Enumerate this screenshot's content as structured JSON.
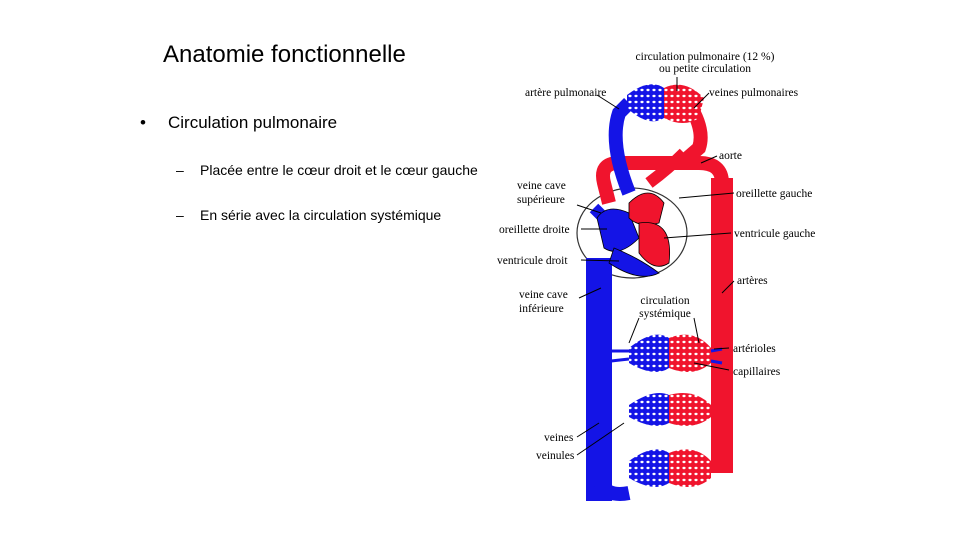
{
  "slide": {
    "title": "Anatomie fonctionnelle",
    "bullet": "Circulation pulmonaire",
    "sub_bullets": [
      "Placée entre le cœur droit et le cœur gauche",
      "En série avec la circulation systémique"
    ],
    "bullet_symbol": "•",
    "sub_symbol": "–"
  },
  "figure": {
    "labels": {
      "pulm_circ_1": "circulation pulmonaire (12 %)",
      "pulm_circ_2": "ou petite circulation",
      "arteria_pulm": "artère pulmonaire",
      "veines_pulm": "veines pulmonaires",
      "aorte": "aorte",
      "vc_sup_1": "veine cave",
      "vc_sup_2": "supérieure",
      "oreillette_g": "oreillette gauche",
      "oreillette_d": "oreillette droite",
      "ventricule_g": "ventricule gauche",
      "ventricule_d": "ventricule droit",
      "arteres": "artères",
      "vc_inf_1": "veine cave",
      "vc_inf_2": "inférieure",
      "circ_sys_1": "circulation",
      "circ_sys_2": "systémique",
      "arterioles": "artérioles",
      "capillaires": "capillaires",
      "veines": "veines",
      "veinules": "veinules"
    },
    "colors": {
      "venous": "#1414e6",
      "arterial": "#f0142d",
      "outline": "#000000"
    }
  }
}
